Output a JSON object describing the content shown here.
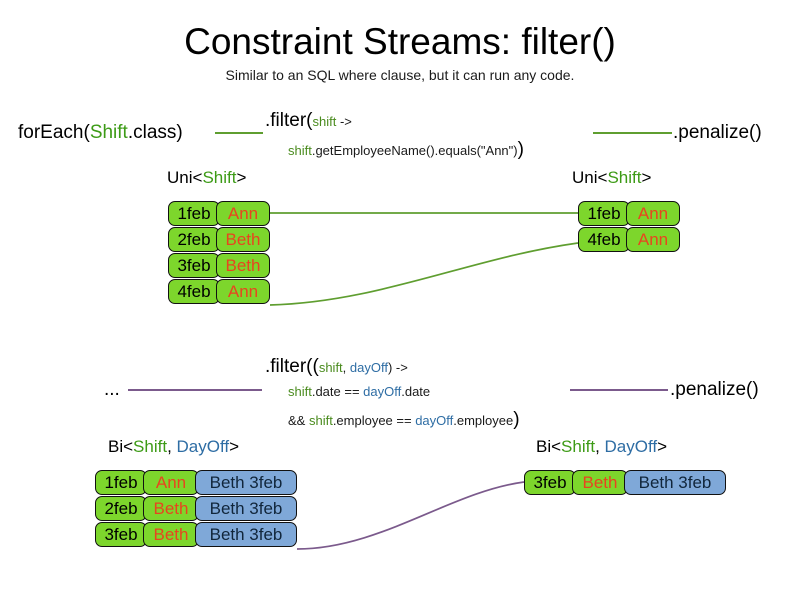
{
  "slide": {
    "title": "Constraint Streams: filter()",
    "subtitle": "Similar to an SQL where clause, but it can run any code."
  },
  "pipeline_uni": {
    "source_label_pre": "forEach(",
    "source_label_type": "Shift",
    "source_label_post": ".class)",
    "filter_line1_pre": ".filter(",
    "filter_line1_var": "shift",
    "filter_line1_post": " ->",
    "filter_line2_var": "shift",
    "filter_line2_post": ".getEmployeeName().equals(\"Ann\")",
    "filter_line2_close": ")",
    "sink_label": ".penalize()",
    "left_stream_pre": "Uni<",
    "left_stream_type": "Shift",
    "left_stream_post": ">",
    "right_stream_pre": "Uni<",
    "right_stream_type": "Shift",
    "right_stream_post": ">",
    "left_rows": [
      {
        "date": "1feb",
        "name": "Ann"
      },
      {
        "date": "2feb",
        "name": "Beth"
      },
      {
        "date": "3feb",
        "name": "Beth"
      },
      {
        "date": "4feb",
        "name": "Ann"
      }
    ],
    "right_rows": [
      {
        "date": "1feb",
        "name": "Ann"
      },
      {
        "date": "4feb",
        "name": "Ann"
      }
    ]
  },
  "pipeline_bi": {
    "source_label": "...",
    "filter_line1_pre": ".filter((",
    "filter_line1_var1": "shift",
    "filter_line1_sep": ", ",
    "filter_line1_var2": "dayOff",
    "filter_line1_post": ") ->",
    "filter_line2_var1": "shift",
    "filter_line2_mid": ".date == ",
    "filter_line2_var2": "dayOff",
    "filter_line2_post": ".date",
    "filter_line3_pre": "&& ",
    "filter_line3_var1": "shift",
    "filter_line3_mid": ".employee == ",
    "filter_line3_var2": "dayOff",
    "filter_line3_post": ".employee",
    "filter_line3_close": ")",
    "sink_label": ".penalize()",
    "left_stream_pre": "Bi<",
    "left_stream_type1": "Shift",
    "left_stream_sep": ", ",
    "left_stream_type2": "DayOff",
    "left_stream_post": ">",
    "right_stream_pre": "Bi<",
    "right_stream_type1": "Shift",
    "right_stream_sep": ", ",
    "right_stream_type2": "DayOff",
    "right_stream_post": ">",
    "left_rows": [
      {
        "date": "1feb",
        "name": "Ann",
        "pair": "Beth 3feb"
      },
      {
        "date": "2feb",
        "name": "Beth",
        "pair": "Beth 3feb"
      },
      {
        "date": "3feb",
        "name": "Beth",
        "pair": "Beth 3feb"
      }
    ],
    "right_rows": [
      {
        "date": "3feb",
        "name": "Beth",
        "pair": "Beth 3feb"
      }
    ]
  },
  "colors": {
    "shift_green": "#3D9B16",
    "dayoff_blue": "#2E6DA4",
    "pill_green": "#7DD62C",
    "pill_blue": "#7FA8D8",
    "name_orange": "#E8451F",
    "wire_green": "#5F9E30",
    "wire_purple": "#7B5A8C"
  }
}
